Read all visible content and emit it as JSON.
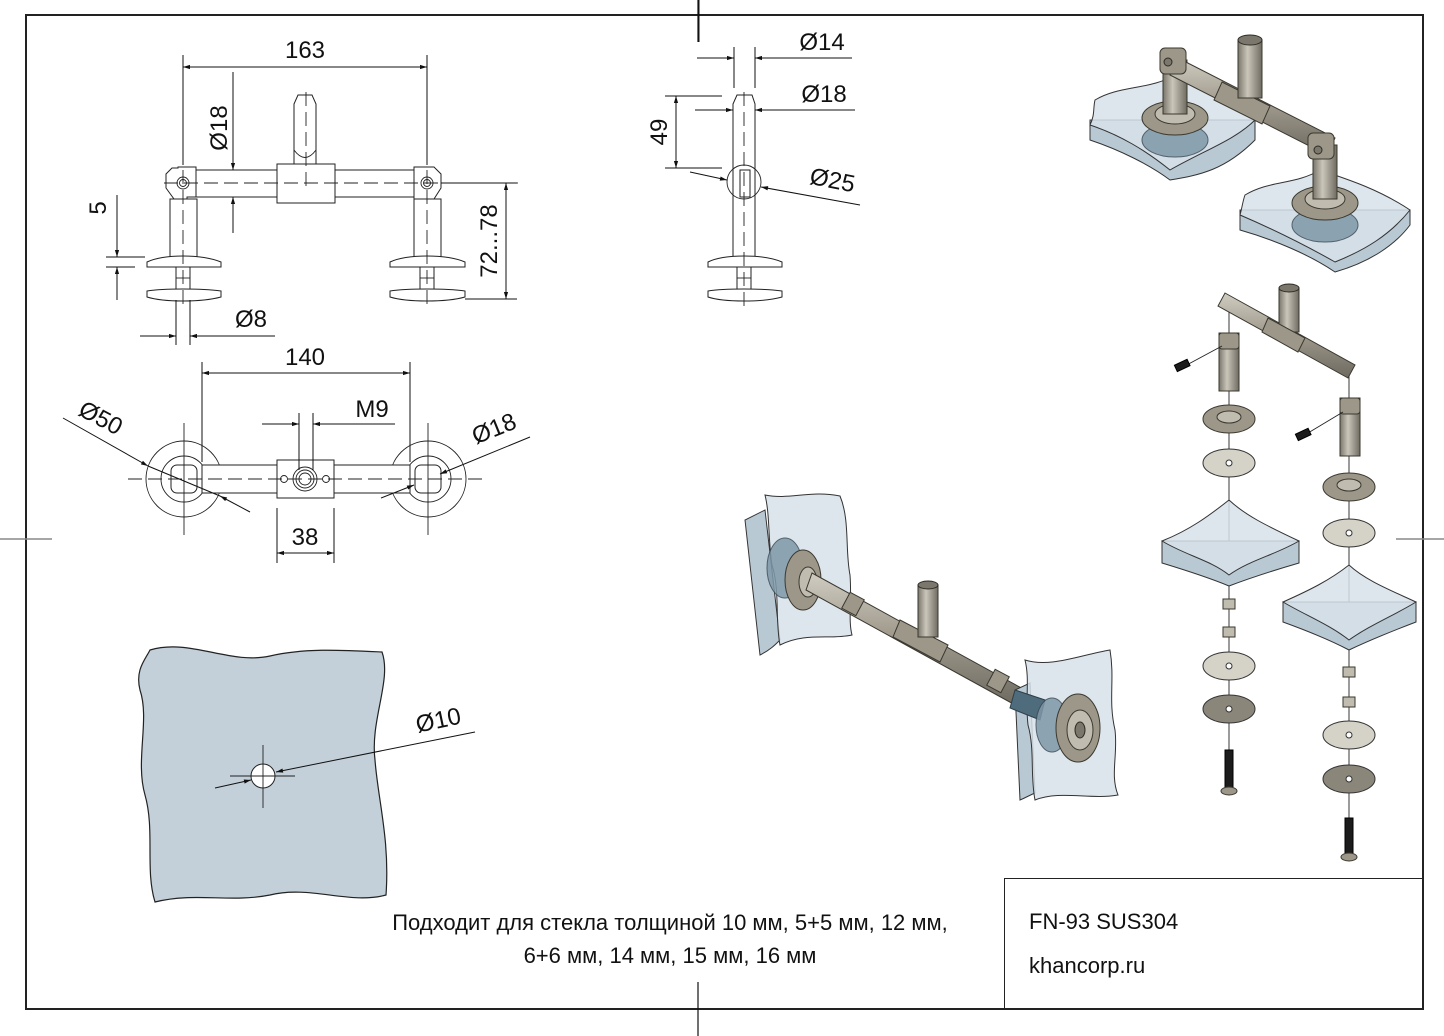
{
  "drawing": {
    "type": "technical-drawing",
    "product_code": "FN-93 SUS304",
    "website": "khancorp.ru",
    "note_line1": "Подходит для стекла толщиной 10 мм, 5+5 мм, 12 мм,",
    "note_line2": "6+6 мм, 14 мм, 15 мм, 16 мм"
  },
  "front_view": {
    "overall_width": "163",
    "tube_diameter": "Ø18",
    "washer_gap": "5",
    "height_range": "72...78",
    "bolt_diameter": "Ø8"
  },
  "side_view": {
    "spigot_diameter": "Ø14",
    "tube_diameter": "Ø18",
    "spigot_height": "49",
    "hinge_diameter": "Ø25"
  },
  "top_view": {
    "center_distance": "140",
    "thread": "M9",
    "disc_diameter": "Ø50",
    "tube_diameter": "Ø18",
    "connector_length": "38"
  },
  "glass_panel": {
    "hole_diameter": "Ø10"
  },
  "colors": {
    "glass_fill": "#c3d0d9",
    "steel": "#9d9789",
    "line": "#111111"
  }
}
